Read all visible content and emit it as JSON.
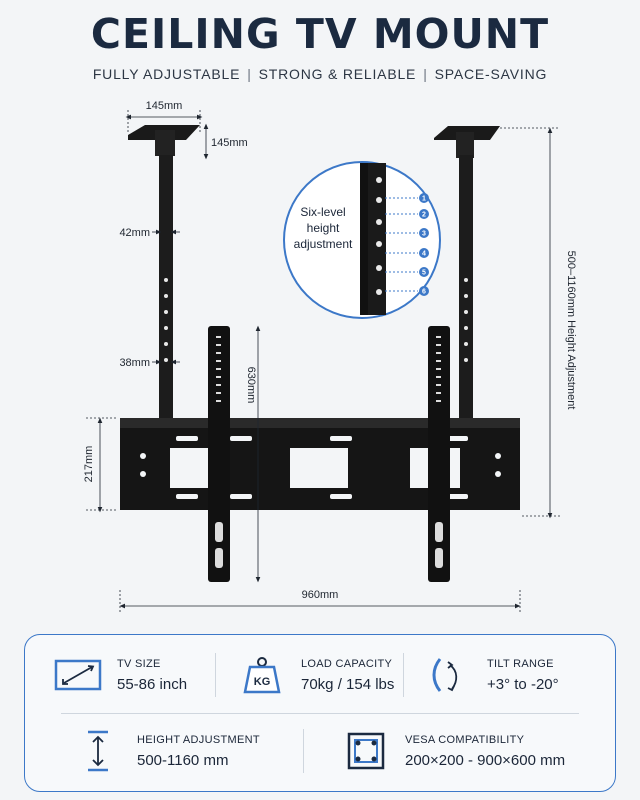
{
  "title": "CEILING TV MOUNT",
  "subtitle": [
    "FULLY ADJUSTABLE",
    "STRONG & RELIABLE",
    "SPACE-SAVING"
  ],
  "dimensions": {
    "plate_width": "145mm",
    "plate_depth": "145mm",
    "pole_upper": "42mm",
    "pole_lower": "38mm",
    "arm_length": "630mm",
    "frame_height": "217mm",
    "frame_width": "960mm",
    "height_adjust": "500–1160mm Height Adjustment"
  },
  "callout": {
    "text": [
      "Six-level",
      "height",
      "adjustment"
    ],
    "levels": [
      "1",
      "2",
      "3",
      "4",
      "5",
      "6"
    ]
  },
  "specs": [
    {
      "label": "TV SIZE",
      "value": "55-86 inch",
      "icon": "tv-size-icon"
    },
    {
      "label": "LOAD CAPACITY",
      "value": "70kg / 154 lbs",
      "icon": "weight-kg-icon",
      "icon_text": "KG"
    },
    {
      "label": "TILT RANGE",
      "value": "+3° to -20°",
      "icon": "tilt-arrow-icon"
    },
    {
      "label": "HEIGHT ADJUSTMENT",
      "value": "500-1160 mm",
      "icon": "height-arrow-icon"
    },
    {
      "label": "VESA COMPATIBILITY",
      "value": "200×200 - 900×600 mm",
      "icon": "vesa-icon"
    }
  ],
  "colors": {
    "accent": "#3c78c8",
    "dark": "#1b2a40",
    "metal": "#1a1a1a"
  }
}
